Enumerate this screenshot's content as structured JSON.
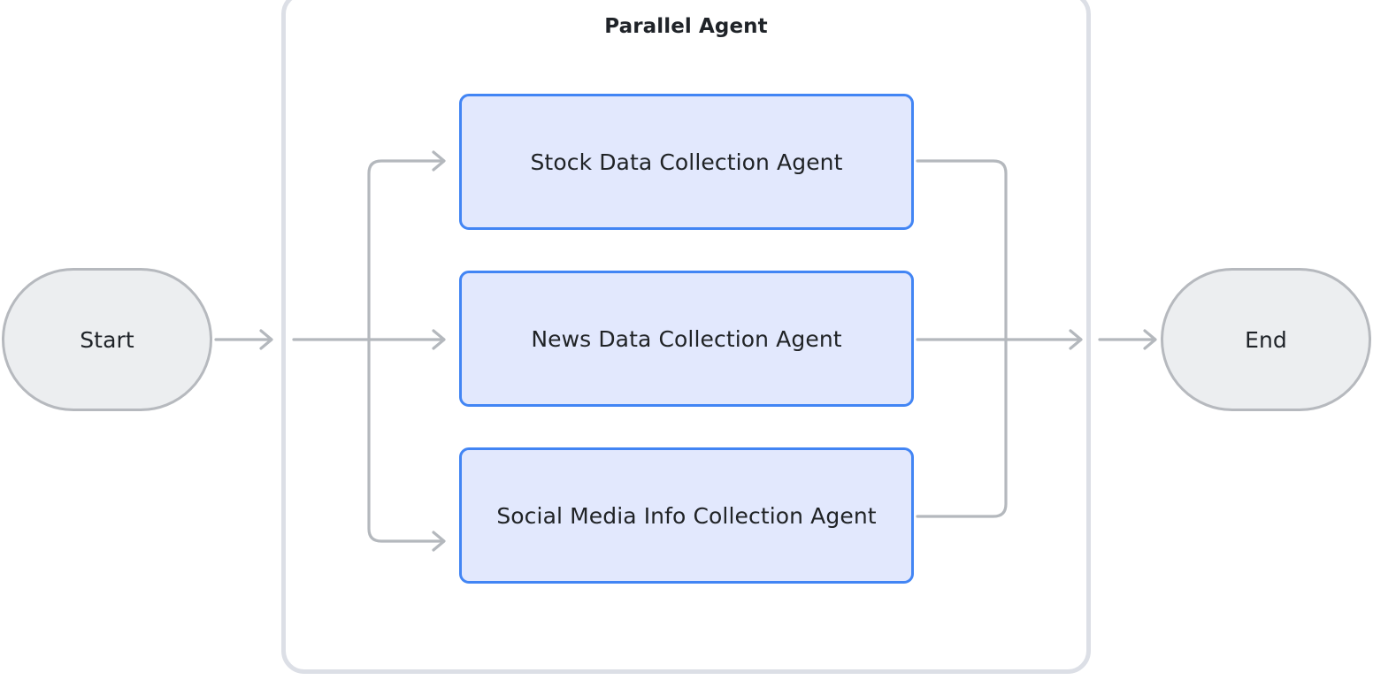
{
  "diagram": {
    "type": "flowchart",
    "orientation": "left-to-right",
    "background_color": "#ffffff",
    "group": {
      "title": "Parallel Agent",
      "border_color": "#dcdfe6",
      "fill_color": "#ffffff"
    },
    "terminals": [
      {
        "id": "start",
        "label": "Start",
        "shape": "stadium",
        "fill_color": "#eceef0",
        "border_color": "#b6b9be"
      },
      {
        "id": "end",
        "label": "End",
        "shape": "stadium",
        "fill_color": "#eceef0",
        "border_color": "#b6b9be"
      }
    ],
    "agents": [
      {
        "id": "agent-0",
        "label": "Stock Data Collection Agent",
        "fill_color": "#e2e8fd",
        "border_color": "#4285f4"
      },
      {
        "id": "agent-1",
        "label": "News Data Collection Agent",
        "fill_color": "#e2e8fd",
        "border_color": "#4285f4"
      },
      {
        "id": "agent-2",
        "label": "Social Media Info Collection Agent",
        "fill_color": "#e2e8fd",
        "border_color": "#4285f4"
      }
    ],
    "connector": {
      "color": "#b4b8bd",
      "arrowhead": "open-chevron"
    }
  }
}
